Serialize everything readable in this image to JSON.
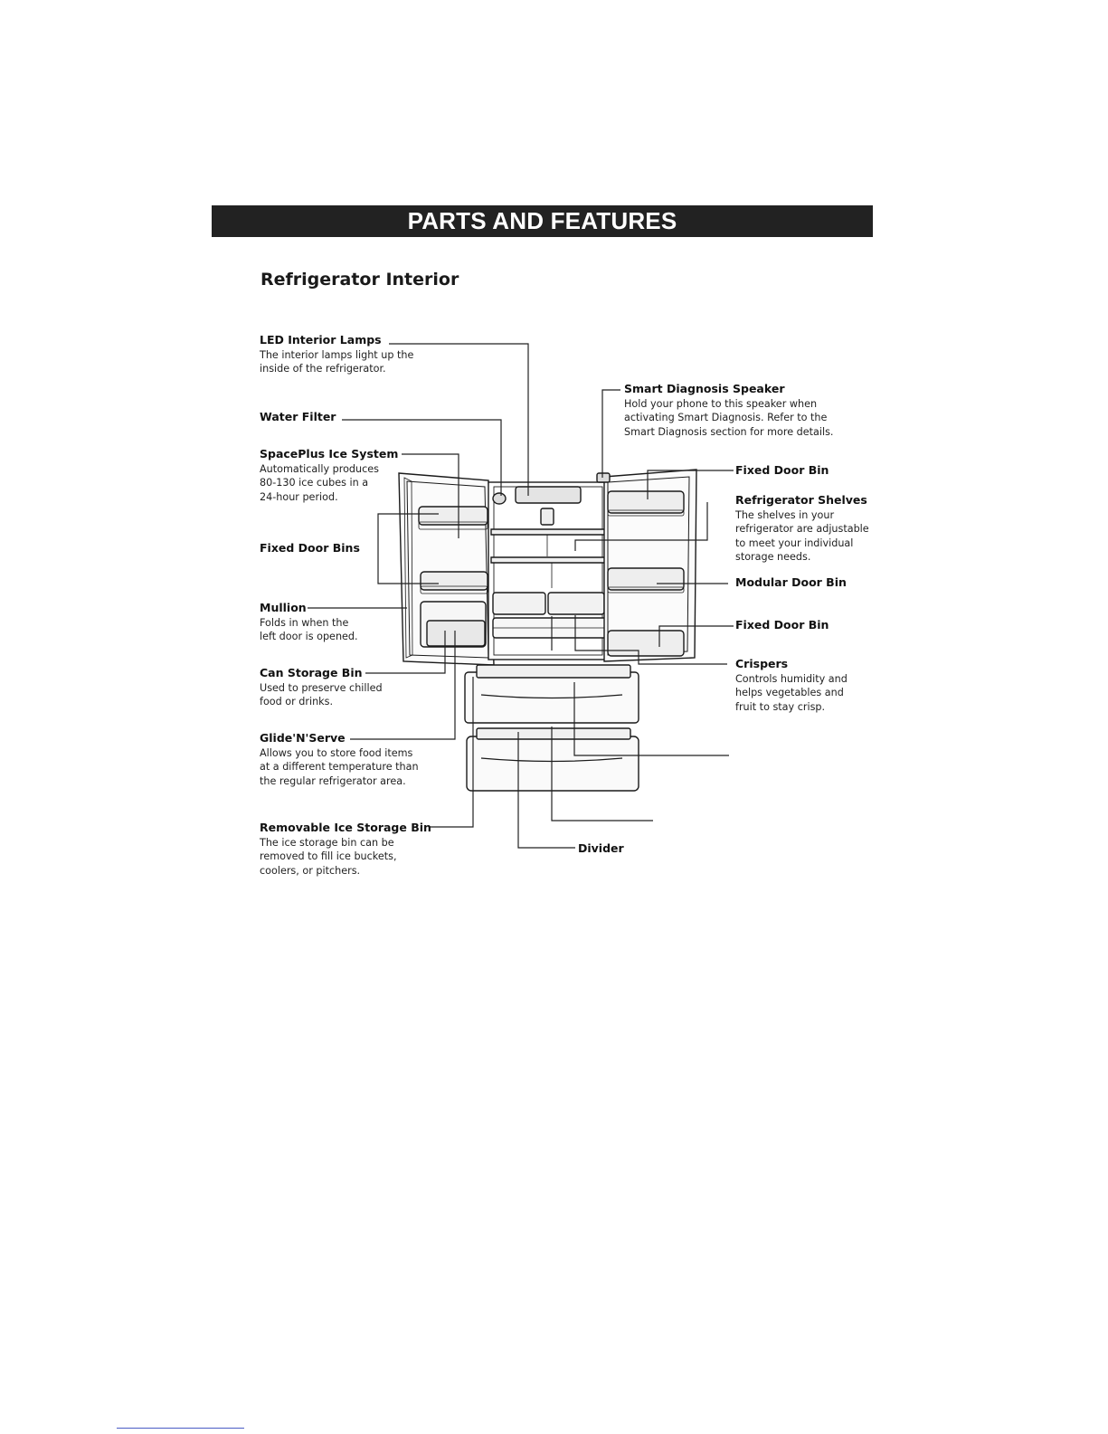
{
  "header": {
    "title": "PARTS AND FEATURES"
  },
  "section": {
    "title": "Refrigerator Interior"
  },
  "callouts": {
    "led_lamps": {
      "title": "LED Interior Lamps",
      "desc": "The interior lamps light up the\ninside of the refrigerator."
    },
    "water_filter": {
      "title": "Water Filter",
      "desc": ""
    },
    "spaceplus": {
      "title": "SpacePlus Ice System",
      "desc": "Automatically produces\n80-130 ice cubes in a\n24-hour period."
    },
    "fixed_door_bins": {
      "title": "Fixed Door Bins",
      "desc": ""
    },
    "mullion": {
      "title": "Mullion",
      "desc": "Folds in when the\nleft door is opened."
    },
    "can_storage": {
      "title": "Can Storage Bin",
      "desc": "Used to preserve chilled\nfood or drinks."
    },
    "glide_n_serve": {
      "title": "Glide'N'Serve",
      "desc": "Allows you to store food items\nat a different temperature than\nthe regular refrigerator area."
    },
    "ice_storage": {
      "title": "Removable Ice Storage Bin",
      "desc": "The ice storage bin can be\nremoved to fill ice buckets,\ncoolers, or pitchers."
    },
    "smart_diagnosis": {
      "title": "Smart Diagnosis Speaker",
      "desc": "Hold your phone to this speaker when\nactivating Smart Diagnosis. Refer to the\nSmart Diagnosis section for more details."
    },
    "fixed_door_bin_top": {
      "title": "Fixed Door Bin",
      "desc": ""
    },
    "shelves": {
      "title": "Refrigerator Shelves",
      "desc": "The shelves in your\nrefrigerator are adjustable\nto meet your individual\nstorage needs."
    },
    "modular_bin": {
      "title": "Modular Door Bin",
      "desc": ""
    },
    "fixed_door_bin_bottom": {
      "title": "Fixed Door Bin",
      "desc": ""
    },
    "crispers": {
      "title": "Crispers",
      "desc": "Controls humidity and\nhelps vegetables and\nfruit to stay crisp."
    },
    "divider": {
      "title": "Divider",
      "desc": ""
    }
  }
}
